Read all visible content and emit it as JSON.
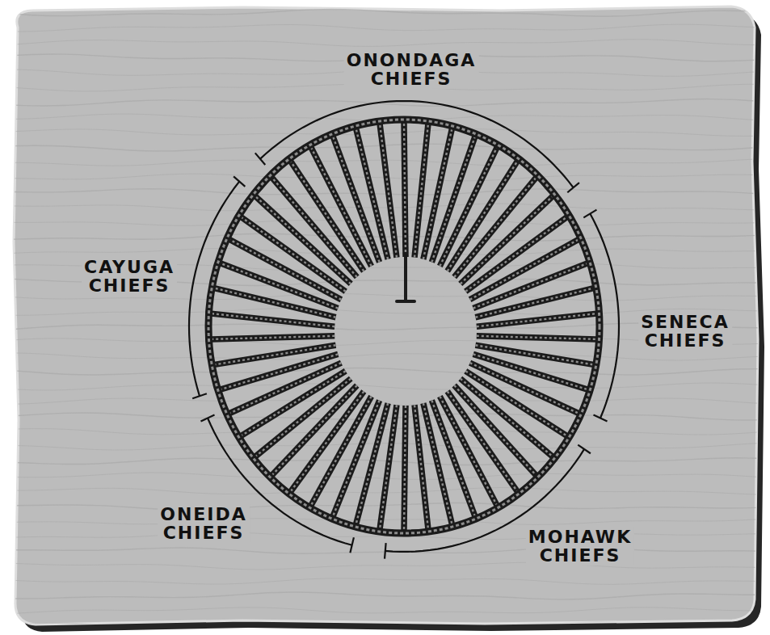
{
  "diagram": {
    "labels": [
      "ONONDAGA CHIEFS",
      "CAYUGA CHIEFS",
      "SENECA CHIEFS",
      "ONEIDA CHIEFS",
      "MOHAWK CHIEFS"
    ]
  }
}
